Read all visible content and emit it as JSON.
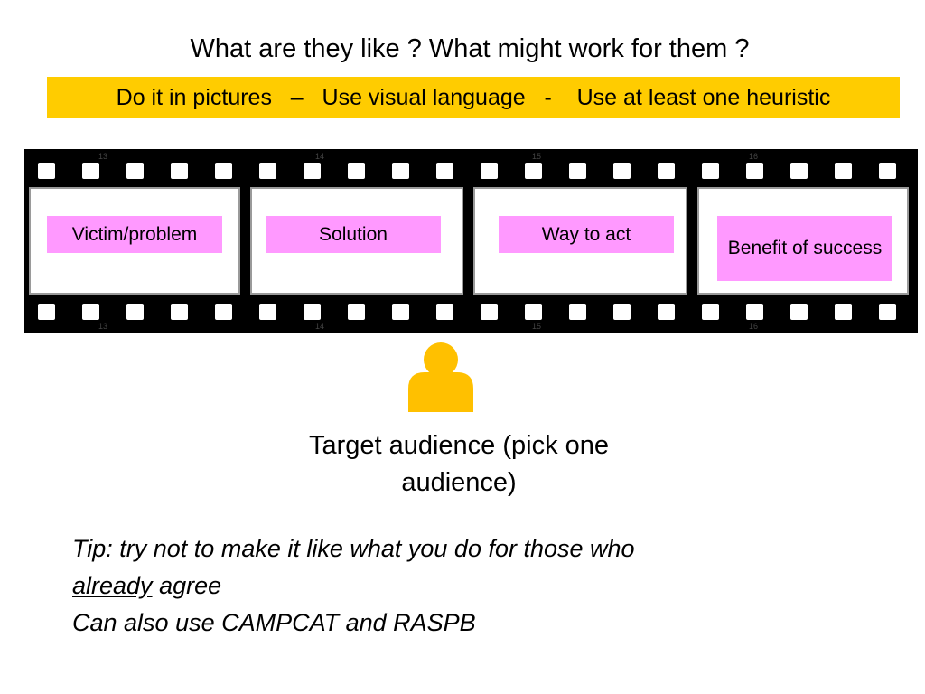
{
  "title": "What are they like ? What might work for them ?",
  "banner": "Do it in pictures   –   Use visual language   -    Use at least one heuristic",
  "filmstrip": {
    "frame_numbers_top": [
      "13",
      "14",
      "15",
      "16"
    ],
    "frame_numbers_bottom": [
      "13",
      "14",
      "15",
      "16"
    ],
    "stages": [
      "Victim/problem",
      "Solution",
      "Way to act",
      "Benefit of success"
    ]
  },
  "audience": {
    "icon": "person-icon",
    "label": "Target audience (pick one audience)"
  },
  "tip": {
    "line1": "Tip: try not to make it like what you do for those who",
    "line2_emphasis": "already",
    "line2_rest": " agree",
    "line3": "Can also use CAMPCAT and RASPB"
  },
  "colors": {
    "banner": "#ffcc00",
    "stage_label": "#ff99ff",
    "person": "#ffc000",
    "film": "#000000"
  }
}
